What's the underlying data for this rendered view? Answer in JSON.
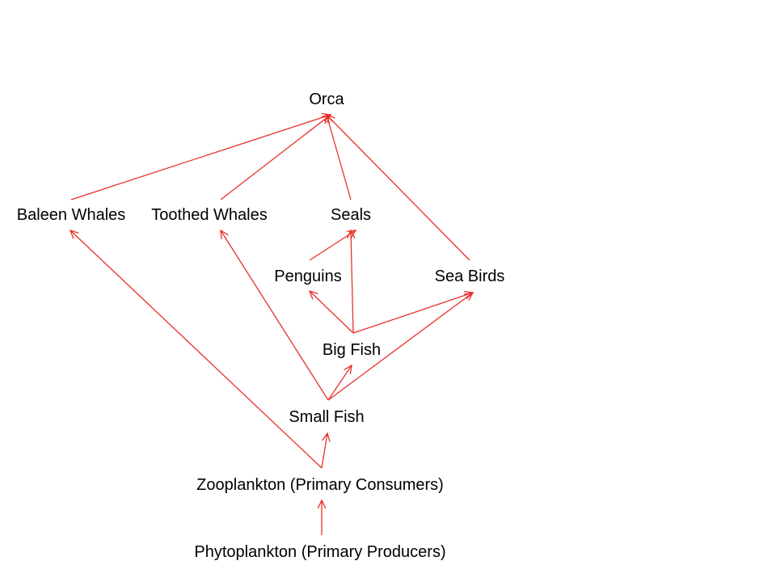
{
  "colors": {
    "arrow": "#e8302a",
    "text": "#000000",
    "background": "#ffffff"
  },
  "nodes": {
    "orca": "Orca",
    "baleen_whales": "Baleen Whales",
    "toothed_whales": "Toothed Whales",
    "seals": "Seals",
    "penguins": "Penguins",
    "sea_birds": "Sea Birds",
    "big_fish": "Big Fish",
    "small_fish": "Small Fish",
    "zooplankton": "Zooplankton (Primary Consumers)",
    "phytoplankton": "Phytoplankton (Primary Producers)"
  },
  "edges": [
    {
      "from": "baleen_whales",
      "to": "orca"
    },
    {
      "from": "toothed_whales",
      "to": "orca"
    },
    {
      "from": "seals",
      "to": "orca"
    },
    {
      "from": "sea_birds",
      "to": "orca"
    },
    {
      "from": "penguins",
      "to": "seals"
    },
    {
      "from": "big_fish",
      "to": "seals"
    },
    {
      "from": "big_fish",
      "to": "penguins"
    },
    {
      "from": "big_fish",
      "to": "sea_birds"
    },
    {
      "from": "small_fish",
      "to": "big_fish"
    },
    {
      "from": "small_fish",
      "to": "sea_birds"
    },
    {
      "from": "small_fish",
      "to": "toothed_whales"
    },
    {
      "from": "zooplankton",
      "to": "small_fish"
    },
    {
      "from": "zooplankton",
      "to": "baleen_whales"
    },
    {
      "from": "phytoplankton",
      "to": "zooplankton"
    }
  ]
}
